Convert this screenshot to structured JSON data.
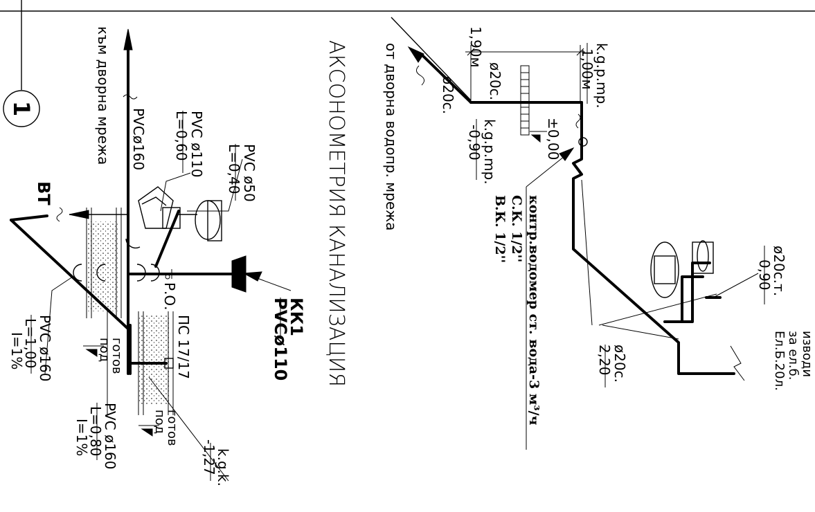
{
  "labels": {
    "sheet_number": "1",
    "to_yard_network": "към дворна мрежа",
    "from_yard_water_network": "от дворна водопр. мрежа",
    "title": "АКСОНОМЕТРИЯ КАНАЛИЗАЦИЯ",
    "bt": "ВТ",
    "kk1": "КК1",
    "kk1_pipe": "PVCø110",
    "pvc160_main": "PVCø160",
    "pvc110": "PVC ø110",
    "pvc110_len": "L=0,60",
    "pvc50": "PVC ø50",
    "pvc50_len": "L=0,40",
    "ro": "Р.О.",
    "ps": "ПС 17/17",
    "pvc160_a": "PVC ø160",
    "pvc160_a_len": "L=1,00",
    "pvc160_a_slope": "I=1%",
    "gotov_pod_1a": "готов",
    "gotov_pod_1b": "под",
    "pvc160_b": "PVC ø160",
    "pvc160_b_len": "L=0,80",
    "pvc160_b_slope": "I=1%",
    "gotov_pod_2a": "готов",
    "gotov_pod_2b": "под",
    "kgk": "k.g.k.",
    "kgk_val": "-1,27",
    "meter_1": "контр.водомер ст. вода-3 м³/ч",
    "meter_2": "С.К. 1/2''",
    "meter_3": "В.К. 1/2''",
    "dim_190": "1,90м",
    "kgrtr_top": "k.g.p.mp.",
    "kgrtr_top_val": "1,00м",
    "p20_a": "ø20с.",
    "p20_b": "ø20с.",
    "zero": "±0,00",
    "kgrtr_bot": "k.g.p.mp.",
    "kgrtr_bot_val": "-0,90",
    "p20_right": "ø20с.т.",
    "p20_right_val": "0,90",
    "p20_c": "ø20с.",
    "p20_c_val": "2,20",
    "outlet_1": "изводи",
    "outlet_2": "за ел.б.",
    "outlet_3": "Ел.Б.20л."
  }
}
